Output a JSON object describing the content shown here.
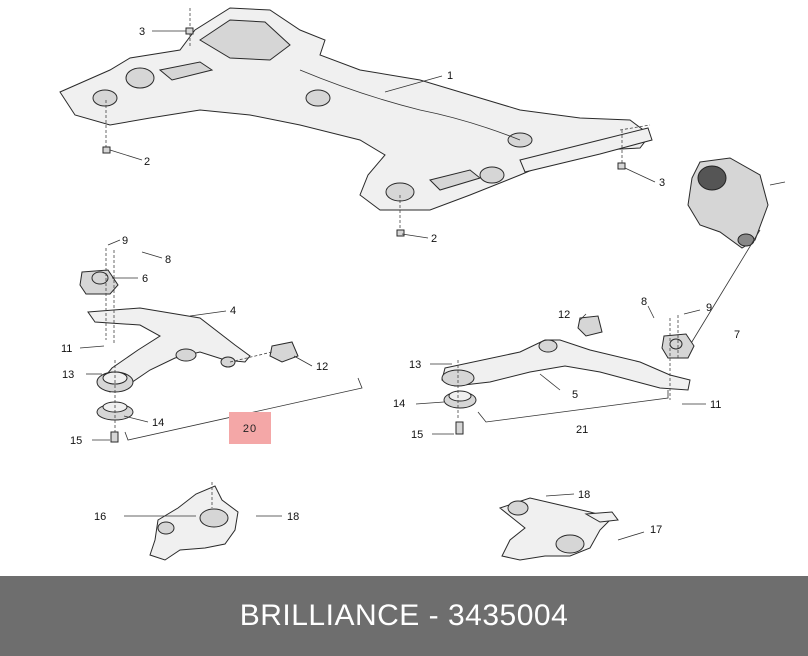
{
  "diagram": {
    "callouts": {
      "c1": "1",
      "c2a": "2",
      "c2b": "2",
      "c3a": "3",
      "c3b": "3",
      "c4": "4",
      "c5": "5",
      "c6": "6",
      "c7": "7",
      "c8a": "8",
      "c8b": "8",
      "c9a": "9",
      "c9b": "9",
      "c11a": "11",
      "c11b": "11",
      "c12a": "12",
      "c12b": "12",
      "c13a": "13",
      "c13b": "13",
      "c14a": "14",
      "c14b": "14",
      "c15a": "15",
      "c15b": "15",
      "c16": "16",
      "c17": "17",
      "c18a": "18",
      "c18b": "18",
      "c21": "21"
    },
    "highlighted_callout": "20"
  },
  "footer": {
    "title": "BRILLIANCE - 3435004",
    "background": "#6e6e6e"
  },
  "colors": {
    "highlight": "#f4a7a7"
  }
}
